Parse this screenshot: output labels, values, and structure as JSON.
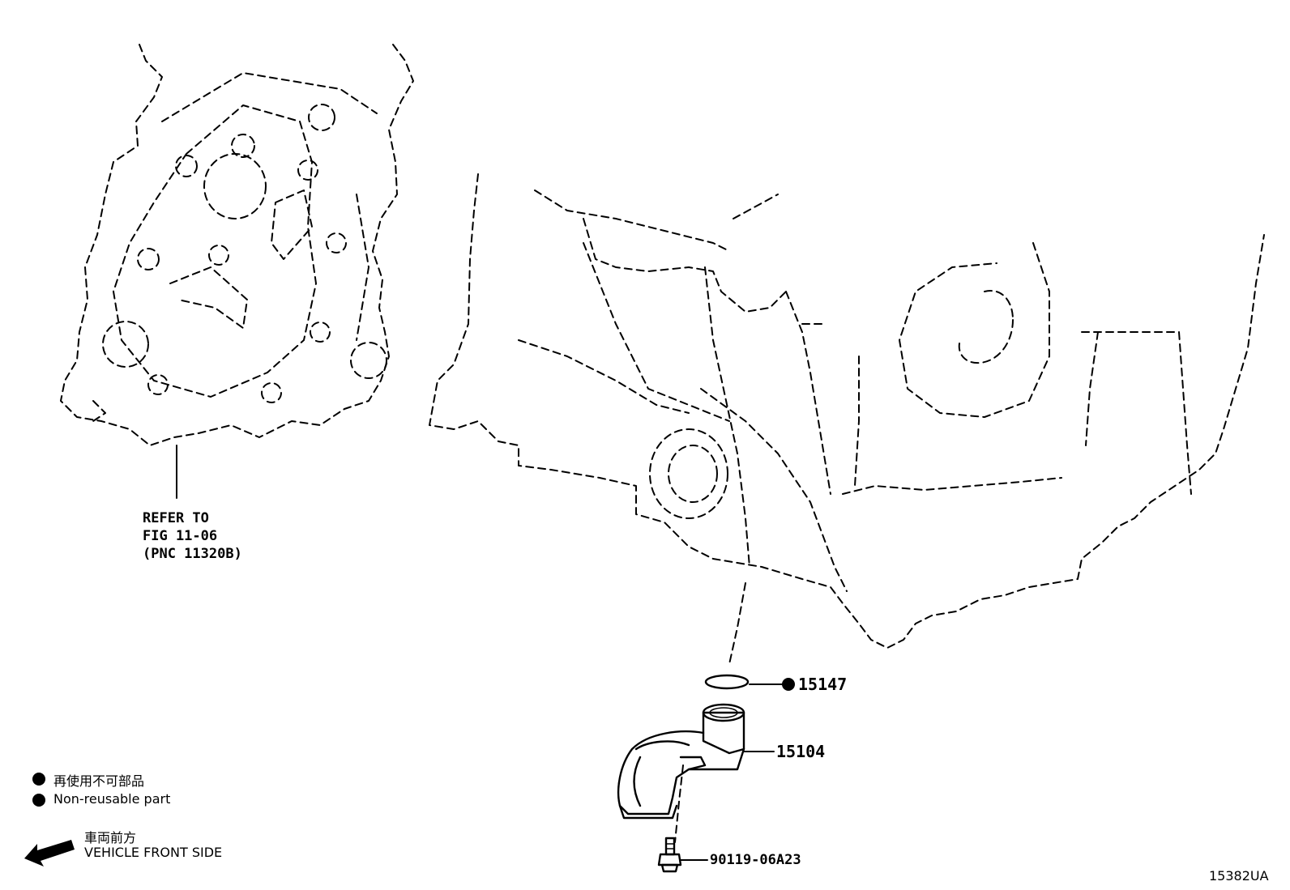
{
  "reference": {
    "line1": "REFER TO",
    "line2": "FIG 11-06",
    "line3": "(PNC 11320B)"
  },
  "parts": {
    "gasket": "15147",
    "pipe": "15104",
    "bolt": "90119-06A23"
  },
  "legend": {
    "non_reusable_jp": "再使用不可部品",
    "non_reusable_en": "Non-reusable part",
    "front_jp": "車両前方",
    "front_en": "VEHICLE FRONT SIDE"
  },
  "figure_id": "15382UA",
  "colors": {
    "ink": "#000000",
    "paper": "#ffffff"
  },
  "icons": {
    "non_reusable": "filled-circle-icon",
    "direction": "arrow-left-icon"
  }
}
